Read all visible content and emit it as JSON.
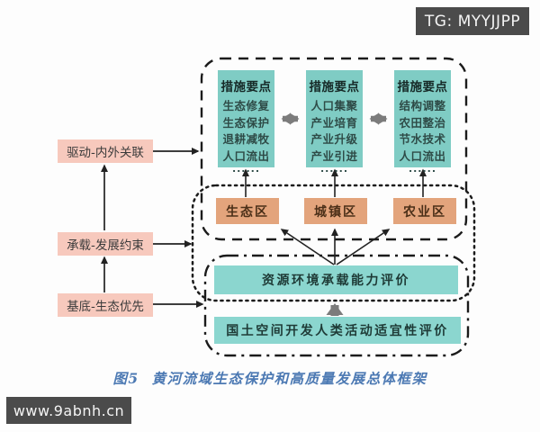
{
  "watermarks": {
    "top_right": "TG: MYYJJPP",
    "bottom_left": "www.9abnh.cn"
  },
  "drivers": [
    {
      "label": "驱动-内外关联"
    },
    {
      "label": "承载-发展约束"
    },
    {
      "label": "基底-生态优先"
    }
  ],
  "measures": {
    "groups": [
      {
        "title": "措施要点",
        "items": [
          "生态修复",
          "生态保护",
          "退耕减牧",
          "人口流出"
        ],
        "more": "......"
      },
      {
        "title": "措施要点",
        "items": [
          "人口集聚",
          "产业培育",
          "产业升级",
          "产业引进"
        ],
        "more": "......"
      },
      {
        "title": "措施要点",
        "items": [
          "结构调整",
          "农田整治",
          "节水技术",
          "人口流出"
        ],
        "more": "......"
      }
    ]
  },
  "zones": [
    {
      "label": "生态区"
    },
    {
      "label": "城镇区"
    },
    {
      "label": "农业区"
    }
  ],
  "evaluations": [
    {
      "label": "资源环境承载能力评价"
    },
    {
      "label": "国土空间开发人类活动适宜性评价"
    }
  ],
  "caption": {
    "label": "图5",
    "title": "黄河流域生态保护和高质量发展总体框架"
  },
  "colors": {
    "teal_box": "#7fccc4",
    "teal_eval_box": "#8bd6cf",
    "orange_box": "#e3a47c",
    "pink_box": "#f7c9bd",
    "watermark_bg": "#4b4b4b",
    "caption_text": "#4c79b3",
    "arrow_gray": "#7c7c7c",
    "line_black": "#222222"
  }
}
